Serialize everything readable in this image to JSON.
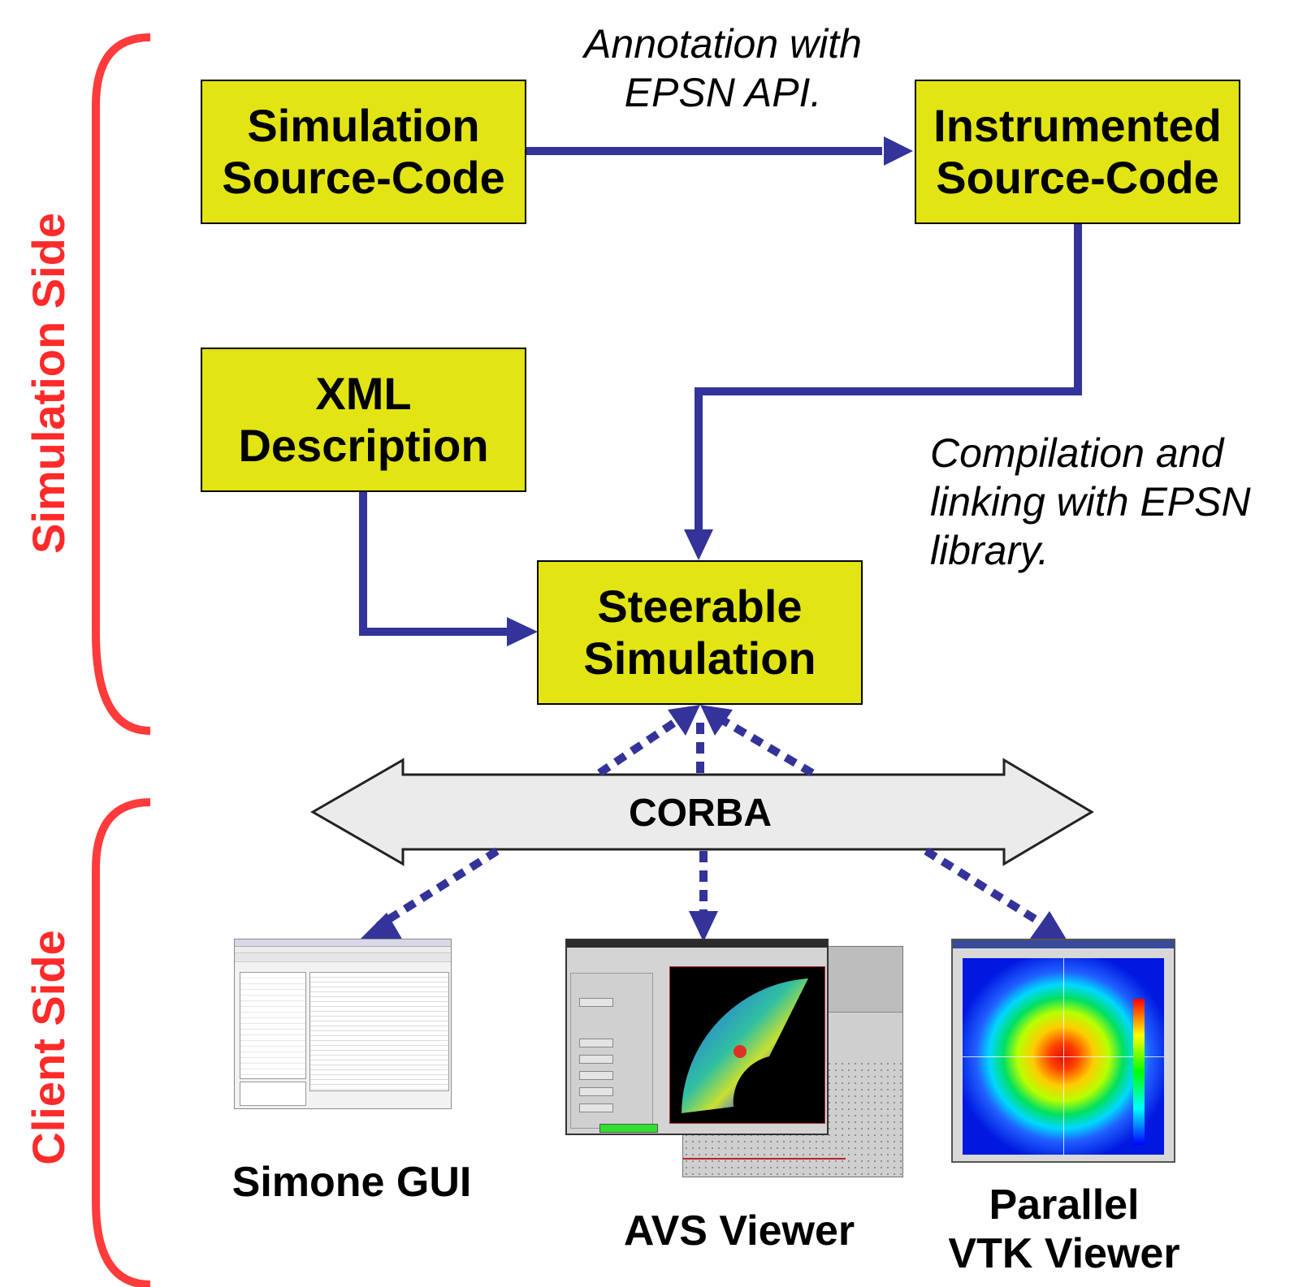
{
  "side_labels": {
    "simulation": "Simulation Side",
    "client": "Client Side"
  },
  "boxes": {
    "simulation_source": [
      "Simulation",
      "Source-Code"
    ],
    "instrumented_source": [
      "Instrumented",
      "Source-Code"
    ],
    "xml_description": [
      "XML",
      "Description"
    ],
    "steerable_simulation": [
      "Steerable",
      "Simulation"
    ]
  },
  "notes": {
    "annotation": [
      "Annotation with",
      "EPSN API."
    ],
    "compilation": [
      "Compilation and",
      "linking with EPSN",
      "library."
    ]
  },
  "bus_label": "CORBA",
  "clients": {
    "simone": [
      "Simone GUI"
    ],
    "avs": [
      "AVS Viewer"
    ],
    "vtk": [
      "Parallel",
      "VTK Viewer"
    ]
  },
  "colors": {
    "box_fill": "#e2e414",
    "arrow": "#333399",
    "side_bracket": "#ff3b3b",
    "bus_fill": "#ebebeb"
  }
}
